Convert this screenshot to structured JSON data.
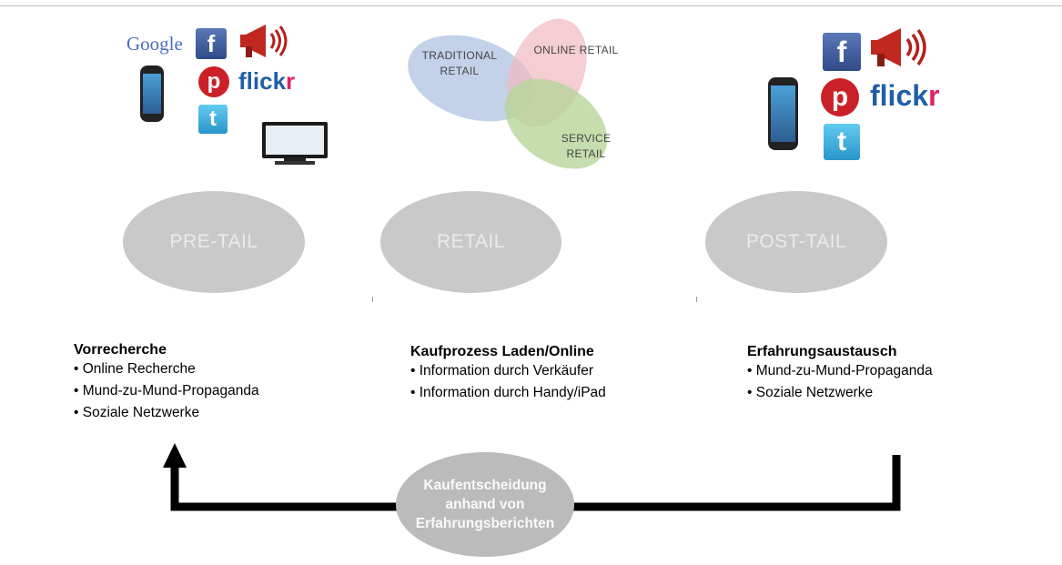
{
  "stages": [
    {
      "label": "PRE-TAIL"
    },
    {
      "label": "RETAIL"
    },
    {
      "label": "POST-TAIL"
    }
  ],
  "left_icons": {
    "google": "Google",
    "facebook": "f",
    "twitter": "t",
    "pinterest": "p",
    "flickr_a": "flick",
    "flickr_b": "r"
  },
  "right_icons": {
    "facebook": "f",
    "twitter": "t",
    "pinterest": "p",
    "flickr_a": "flick",
    "flickr_b": "r"
  },
  "venn": {
    "traditional_line1": "TRADITIONAL",
    "traditional_line2": "RETAIL",
    "online": "ONLINE RETAIL",
    "service_line1": "SERVICE",
    "service_line2": "RETAIL"
  },
  "columns": [
    {
      "title": "Vorrecherche",
      "items": [
        "• Online Recherche",
        "• Mund-zu-Mund-Propaganda",
        "• Soziale Netzwerke"
      ]
    },
    {
      "title": "Kaufprozess Laden/Online",
      "items": [
        "• Information durch Verkäufer",
        "• Information durch Handy/iPad"
      ]
    },
    {
      "title": "Erfahrungsaustausch",
      "items": [
        "• Mund-zu-Mund-Propaganda",
        "• Soziale Netzwerke"
      ]
    }
  ],
  "decision": {
    "line1": "Kaufentscheidung",
    "line2": "anhand von",
    "line3": "Erfahrungsberichten"
  },
  "colors": {
    "stage_fill": "#c9c9c9",
    "arrow": "#000000",
    "facebook": "#3b5998",
    "twitter": "#33aadd",
    "pinterest": "#cb2027",
    "flickr_blue": "#1f5fa8",
    "flickr_pink": "#e0245e"
  }
}
